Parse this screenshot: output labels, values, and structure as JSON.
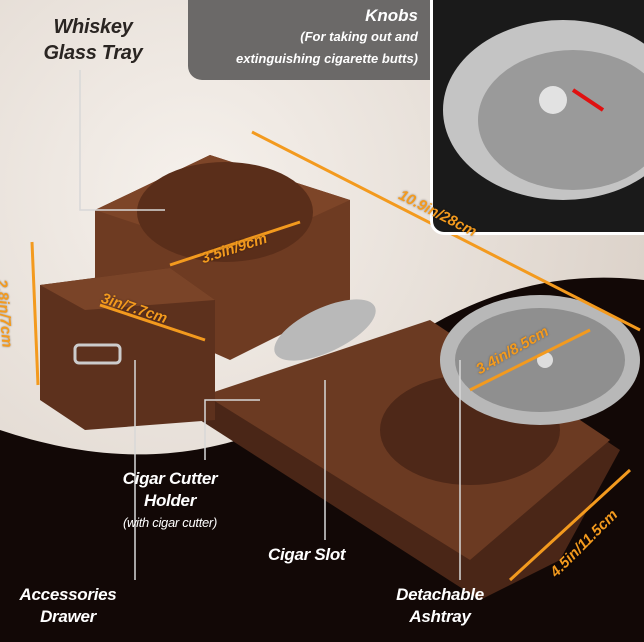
{
  "callouts": {
    "whiskey_tray": "Whiskey Glass Tray",
    "knobs_title": "Knobs",
    "knobs_desc_1": "(For taking out and",
    "knobs_desc_2": "extinguishing cigarette butts)",
    "cutter_holder": "Cigar Cutter Holder",
    "cutter_sub": "(with cigar cutter)",
    "cigar_slot": "Cigar Slot",
    "drawer": "Accessories Drawer",
    "ashtray": "Detachable Ashtray"
  },
  "dimensions": {
    "length": "10.9in/28cm",
    "tray_diameter": "3.5in/9cm",
    "drawer_width": "3in/7.7cm",
    "height": "2.8in/7cm",
    "ashtray_diameter": "3.4in/8.5cm",
    "depth": "4.5in/11.5cm"
  },
  "colors": {
    "accent": "#f39a1e",
    "wood": "#6b3a22",
    "dark_bg": "#120806"
  }
}
